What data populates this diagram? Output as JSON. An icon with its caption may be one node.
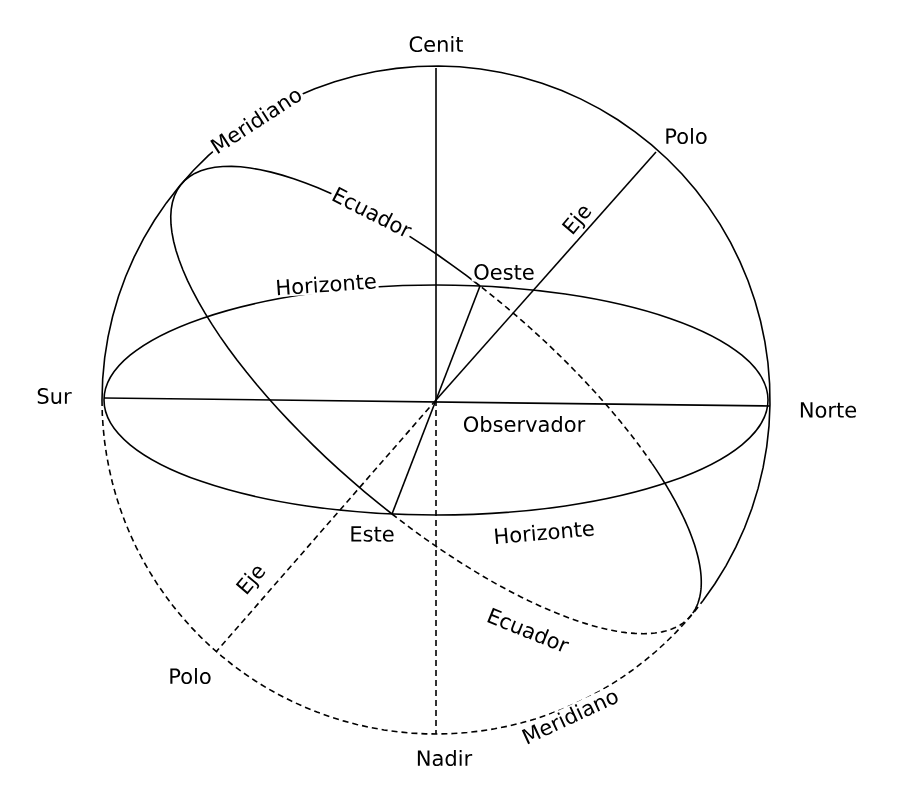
{
  "diagram": {
    "labels": [
      "Cenit",
      "Meridiano",
      "Polo",
      "Ecuador",
      "Eje",
      "Horizonte",
      "Oeste",
      "Sur",
      "Norte",
      "Observador",
      "Este",
      "Horizonte",
      "Eje",
      "Ecuador",
      "Polo",
      "Meridiano",
      "Nadir"
    ]
  }
}
